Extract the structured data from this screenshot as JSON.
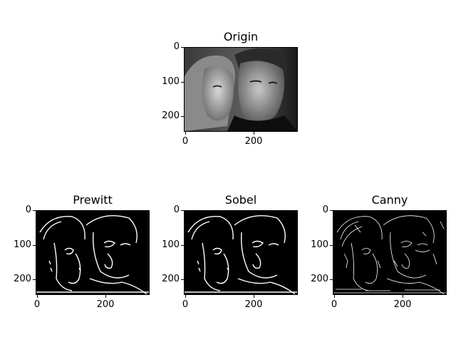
{
  "figure": {
    "panels": [
      {
        "id": "origin",
        "title": "Origin",
        "xticks": [
          "0",
          "200"
        ],
        "yticks": [
          "0",
          "100",
          "200"
        ],
        "image": "grayscale photograph of two faces"
      },
      {
        "id": "prewitt",
        "title": "Prewitt",
        "xticks": [
          "0",
          "200"
        ],
        "yticks": [
          "0",
          "100",
          "200"
        ],
        "image": "Prewitt edge map"
      },
      {
        "id": "sobel",
        "title": "Sobel",
        "xticks": [
          "0",
          "200"
        ],
        "yticks": [
          "0",
          "100",
          "200"
        ],
        "image": "Sobel edge map"
      },
      {
        "id": "canny",
        "title": "Canny",
        "xticks": [
          "0",
          "200"
        ],
        "yticks": [
          "0",
          "100",
          "200"
        ],
        "image": "Canny edge map"
      }
    ]
  }
}
